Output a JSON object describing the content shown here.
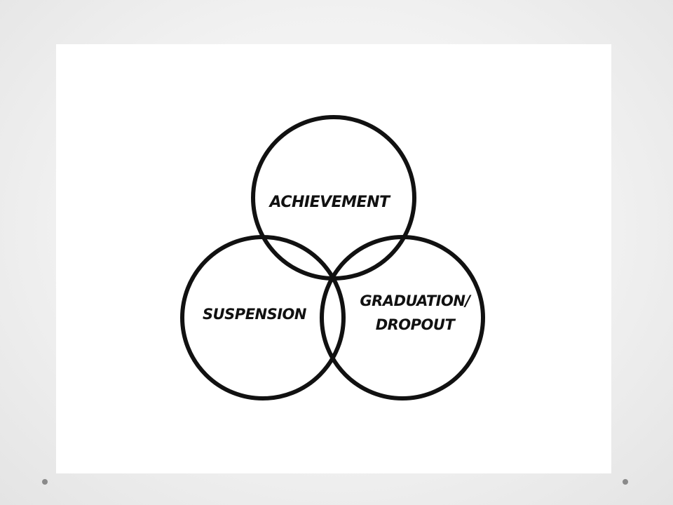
{
  "diagram": {
    "circles": [
      {
        "id": "achievement",
        "lines": [
          "ACHIEVEMENT"
        ]
      },
      {
        "id": "suspension",
        "lines": [
          "SUSPENSION"
        ]
      },
      {
        "id": "graduation-dropout",
        "lines": [
          "GRADUATION/",
          "DROPOUT"
        ]
      }
    ]
  },
  "colors": {
    "stroke": "#111111",
    "panel": "#ffffff",
    "background": "#f0f0f0",
    "dot": "#8a8a8a"
  }
}
